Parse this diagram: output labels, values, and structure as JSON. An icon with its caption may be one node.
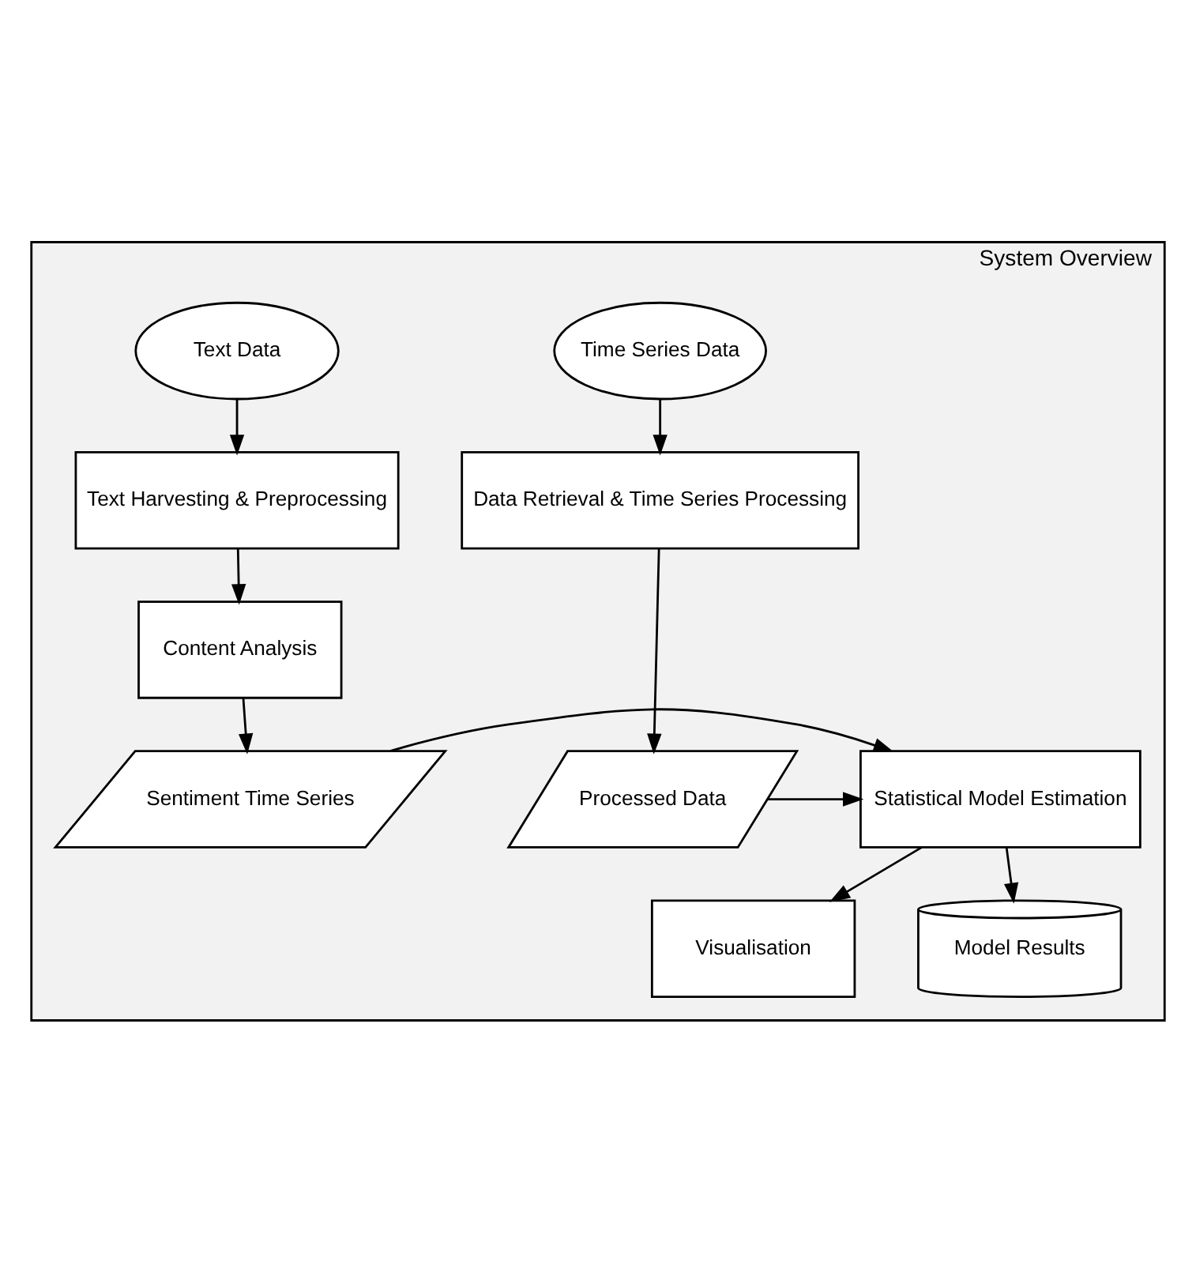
{
  "diagram": {
    "nodes": [
      {
        "text": [
          "System Overview"
        ]
      },
      {
        "text": [
          "Time Series Data"
        ],
        "in": 0
      },
      {
        "text": [
          "Text Data"
        ],
        "in": 0
      },
      {
        "text": [
          "Data Retrieval & Time Series Processing"
        ],
        "in": 0
      },
      {
        "text": [
          "Text Harvesting & Preprocessing"
        ],
        "in": 0
      },
      {
        "text": [
          "Content Analysis"
        ],
        "in": 0
      },
      {
        "text": [
          "Processed Data"
        ],
        "in": 0
      },
      {
        "text": [
          "Statistical Model Estimation"
        ],
        "in": 0
      },
      {
        "text": [
          "Sentiment Time Series"
        ],
        "in": 0
      },
      {
        "text": [
          "Visualisation"
        ],
        "in": 0
      },
      {
        "text": [
          "Model Results"
        ],
        "in": 0
      }
    ],
    "edges": [
      {
        "from": 1,
        "to": 3,
        "arrow": "to"
      },
      {
        "from": 2,
        "to": 4,
        "arrow": "to"
      },
      {
        "from": 3,
        "to": 6,
        "arrow": "to"
      },
      {
        "from": 4,
        "to": 5,
        "arrow": "to"
      },
      {
        "from": 5,
        "to": 8,
        "arrow": "to"
      },
      {
        "from": 6,
        "to": 7,
        "arrow": "to"
      },
      {
        "from": 8,
        "to": 7,
        "arrow": "to"
      },
      {
        "from": 7,
        "to": 9,
        "arrow": "to"
      },
      {
        "from": 7,
        "to": 10,
        "arrow": "to"
      }
    ]
  }
}
